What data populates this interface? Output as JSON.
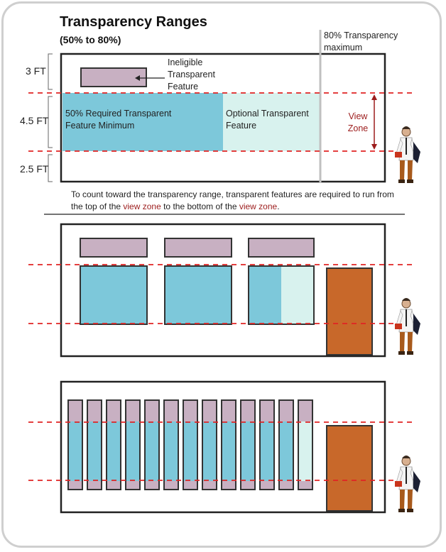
{
  "title": "Transparency Ranges",
  "subtitle": "(50% to 80%)",
  "dimensions": [
    "3 FT",
    "4.5 FT",
    "2.5 FT"
  ],
  "labels": {
    "ineligible": [
      "Ineligible",
      "Transparent",
      "Feature"
    ],
    "required": [
      "50% Required Transparent",
      "Feature Minimum"
    ],
    "optional": [
      "Optional Transparent",
      "Feature"
    ],
    "max": [
      "80% Transparency",
      "maximum"
    ],
    "view_zone": [
      "View",
      "Zone"
    ]
  },
  "caption": {
    "part1": "To count toward the transparency range, transparent features are required to run from the top of the ",
    "term1": "view zone",
    "part2": " to the bottom of the ",
    "term2": "view zone",
    "part3": "."
  },
  "colors": {
    "blue": "#7dc8da",
    "light_teal": "#d8f2ee",
    "mauve": "#c8b0c2",
    "door": "#c8682a",
    "red_line": "#e02424",
    "view_zone_text": "#9c1c1c",
    "grey_line": "#c0c0c0"
  }
}
